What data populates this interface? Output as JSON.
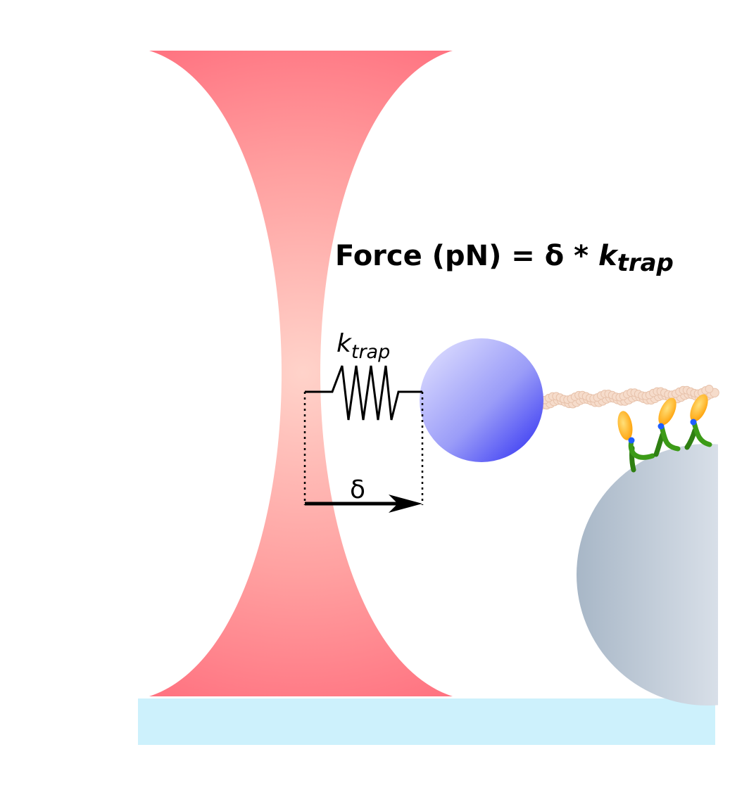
{
  "equation": {
    "lhs": "Force (pN) = δ * ",
    "k": "k",
    "sub": "trap"
  },
  "spring_label": {
    "k": "k",
    "sub": "trap"
  },
  "displacement_label": "δ",
  "colors": {
    "laser_edge": "#ff6f7e",
    "laser_center": "#ffd0c8",
    "bead_light": "#dcdcff",
    "bead_dark": "#2f2ff5",
    "cell_left": "#a9b8c8",
    "cell_right": "#d6dde6",
    "surface": "#cdf0fb",
    "filament": "#f6dccb",
    "myosin_head": "#ffb000",
    "myosin_lever": "#3c9b17",
    "myosin_joint": "#1e5dff"
  }
}
